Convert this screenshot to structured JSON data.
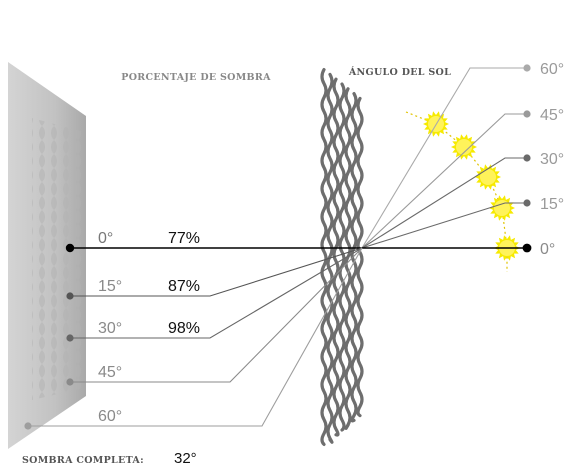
{
  "headings": {
    "shade_percentage": "PORCENTAJE DE SOMBRA",
    "sun_angle": "ÁNGULO DEL SOL",
    "full_shade": "SOMBRA COMPLETA:"
  },
  "full_shade_value": "32°",
  "rows": [
    {
      "angle": "0°",
      "shade": "77%",
      "color": "#000000"
    },
    {
      "angle": "15°",
      "shade": "87%",
      "color": "#555555"
    },
    {
      "angle": "30°",
      "shade": "98%",
      "color": "#666666"
    },
    {
      "angle": "45°",
      "shade": "",
      "color": "#8a8a8a"
    },
    {
      "angle": "60°",
      "shade": "",
      "color": "#9e9e9e"
    }
  ],
  "sun_angles": [
    {
      "label": "60°",
      "color": "#aaaaaa"
    },
    {
      "label": "45°",
      "color": "#9a9a9a"
    },
    {
      "label": "30°",
      "color": "#6a6a6a"
    },
    {
      "label": "15°",
      "color": "#6a6a6a"
    },
    {
      "label": "0°",
      "color": "#000000"
    }
  ],
  "colors": {
    "sun_fill": "#f6ea00",
    "sun_trail": "#e0c400",
    "wall_gray": "#c6c6c6",
    "mesh": "#6e6e6e"
  }
}
